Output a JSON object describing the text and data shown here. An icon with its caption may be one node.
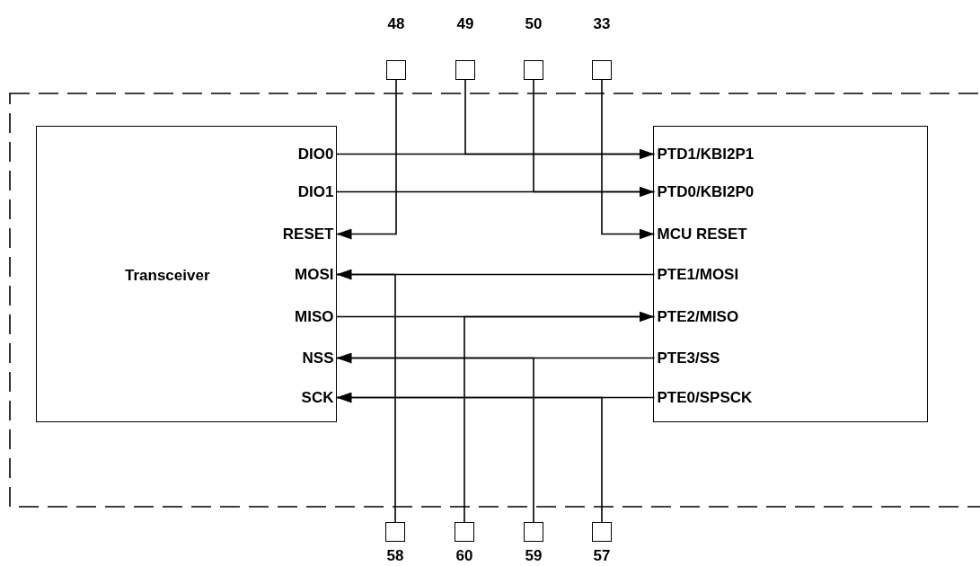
{
  "diagram": {
    "nodes": [
      {
        "text": [
          "48"
        ]
      },
      {
        "text": [
          "49"
        ]
      },
      {
        "text": [
          "50"
        ]
      },
      {
        "text": [
          "33"
        ]
      },
      {
        "text": [],
        "shape": "box"
      },
      {
        "text": [
          "Transceiver"
        ],
        "in": 4
      },
      {
        "text": [
          "DIO0"
        ],
        "in": 5
      },
      {
        "text": [
          "DIO1"
        ],
        "in": 5
      },
      {
        "text": [
          "RESET"
        ],
        "in": 5
      },
      {
        "text": [
          "MOSI"
        ],
        "in": 5
      },
      {
        "text": [
          "MISO"
        ],
        "in": 5
      },
      {
        "text": [
          "NSS"
        ],
        "in": 5
      },
      {
        "text": [
          "SCK"
        ],
        "in": 5
      },
      {
        "text": [],
        "shape": "box",
        "in": 4
      },
      {
        "text": [
          "PTD1/KBI2P1"
        ],
        "in": 13
      },
      {
        "text": [
          "PTD0/KBI2P0"
        ],
        "in": 13
      },
      {
        "text": [
          "MCU RESET"
        ],
        "in": 13
      },
      {
        "text": [
          "PTE1/MOSI"
        ],
        "in": 13
      },
      {
        "text": [
          "PTE2/MISO"
        ],
        "in": 13
      },
      {
        "text": [
          "PTE3/SS"
        ],
        "in": 13
      },
      {
        "text": [
          "PTE0/SPSCK"
        ],
        "in": 13
      },
      {
        "text": [
          "58"
        ]
      },
      {
        "text": [
          "60"
        ]
      },
      {
        "text": [
          "59"
        ]
      },
      {
        "text": [
          "57"
        ]
      }
    ],
    "edges": [
      {
        "from": 6,
        "to": 14,
        "arrow": "to"
      },
      {
        "from": 7,
        "to": 15,
        "arrow": "to"
      },
      {
        "from": 0,
        "to": 8,
        "arrow": "to"
      },
      {
        "from": 1,
        "to": 14,
        "arrow": "none"
      },
      {
        "from": 2,
        "to": 15,
        "arrow": "none"
      },
      {
        "from": 3,
        "to": 16,
        "arrow": "to"
      },
      {
        "from": 17,
        "to": 9,
        "arrow": "to"
      },
      {
        "from": 10,
        "to": 18,
        "arrow": "to"
      },
      {
        "from": 19,
        "to": 11,
        "arrow": "to"
      },
      {
        "from": 20,
        "to": 12,
        "arrow": "to"
      },
      {
        "from": 21,
        "to": 9,
        "arrow": "none"
      },
      {
        "from": 22,
        "to": 18,
        "arrow": "none"
      },
      {
        "from": 23,
        "to": 11,
        "arrow": "none"
      },
      {
        "from": 24,
        "to": 12,
        "arrow": "none"
      }
    ]
  }
}
